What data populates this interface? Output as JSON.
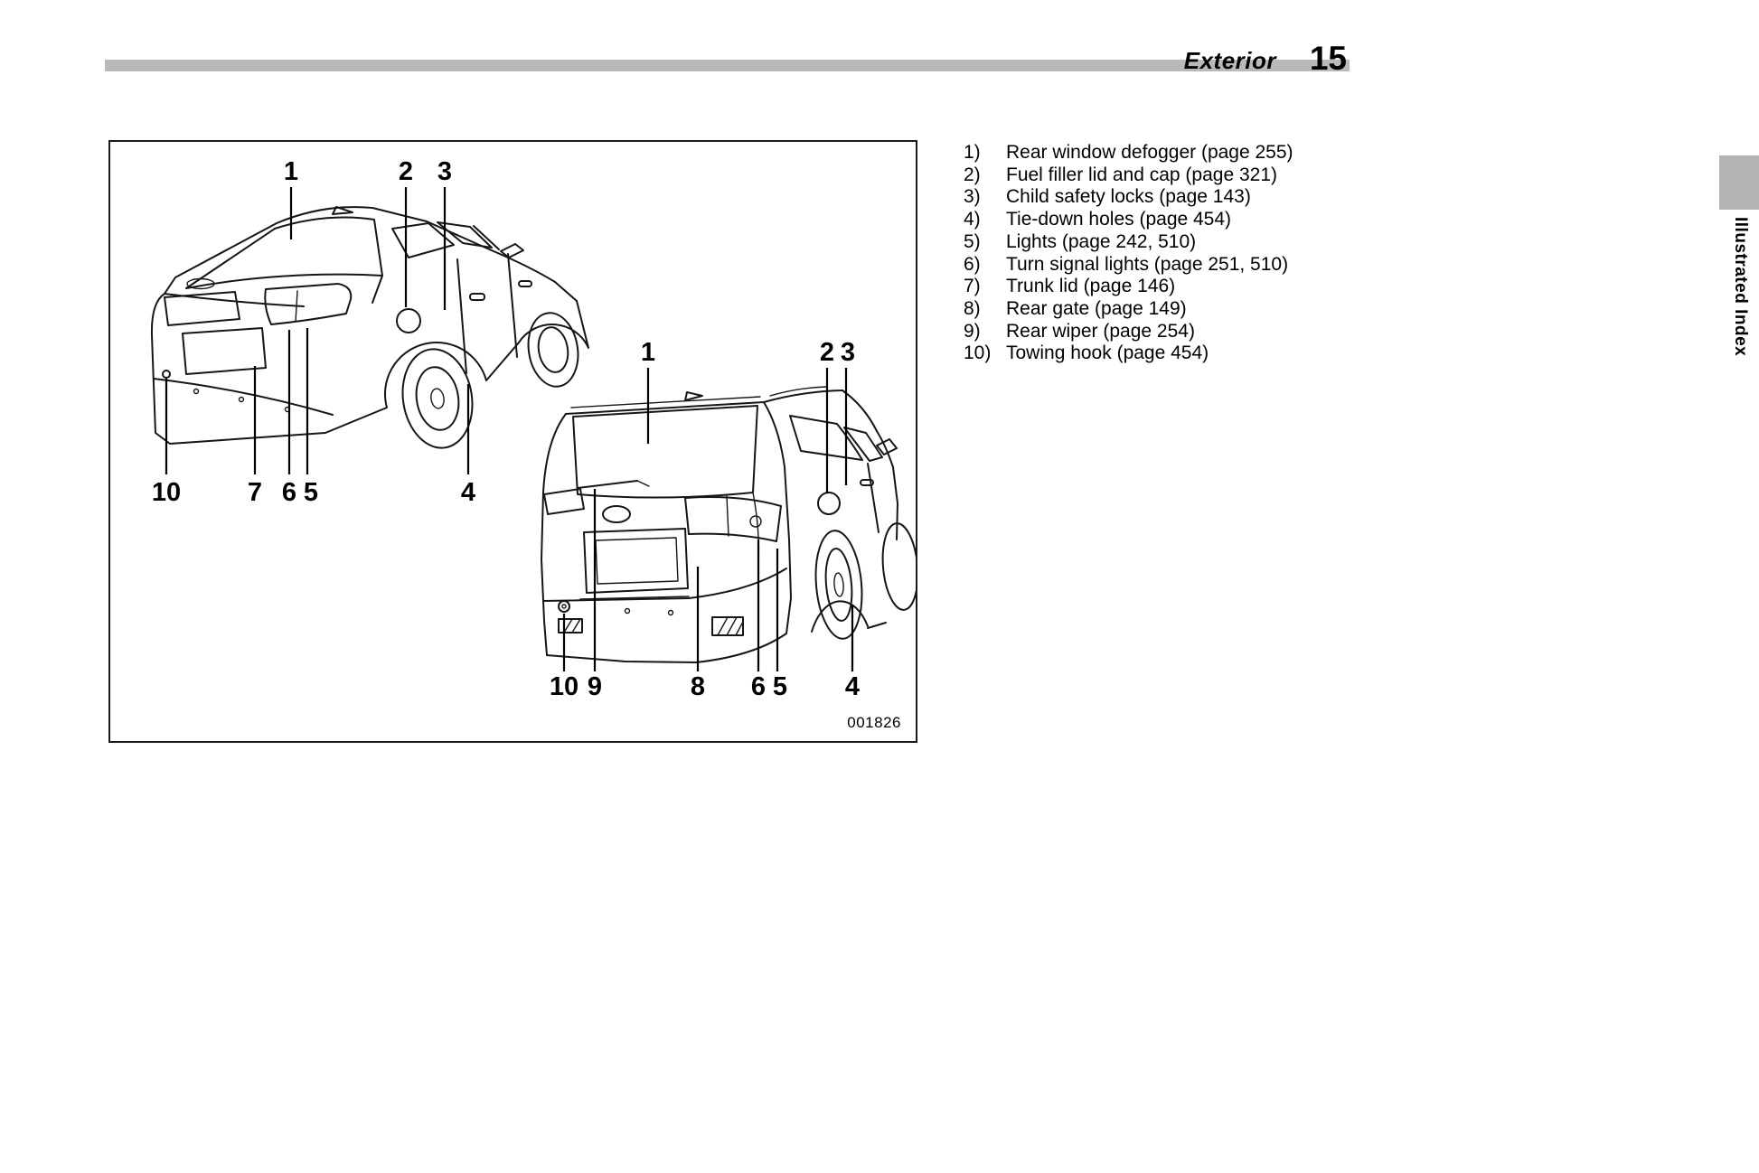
{
  "header": {
    "section": "Exterior",
    "page_number": "15"
  },
  "side_tab": {
    "label": "Illustrated Index"
  },
  "figure": {
    "code": "001826",
    "sedan_callouts": [
      "1",
      "2",
      "3",
      "10",
      "7",
      "6",
      "5",
      "4"
    ],
    "wagon_callouts": [
      "1",
      "2",
      "3",
      "10",
      "9",
      "8",
      "6",
      "5",
      "4"
    ]
  },
  "parts_list": {
    "items": [
      {
        "num": "1)",
        "text": "Rear window defogger (page 255)"
      },
      {
        "num": "2)",
        "text": "Fuel filler lid and cap (page 321)"
      },
      {
        "num": "3)",
        "text": "Child safety locks (page 143)"
      },
      {
        "num": "4)",
        "text": "Tie-down holes (page 454)"
      },
      {
        "num": "5)",
        "text": "Lights (page 242, 510)"
      },
      {
        "num": "6)",
        "text": "Turn signal lights (page 251, 510)"
      },
      {
        "num": "7)",
        "text": "Trunk lid (page 146)"
      },
      {
        "num": "8)",
        "text": "Rear gate (page 149)"
      },
      {
        "num": "9)",
        "text": "Rear wiper (page 254)"
      },
      {
        "num": "10)",
        "text": "Towing hook (page 454)"
      }
    ]
  }
}
